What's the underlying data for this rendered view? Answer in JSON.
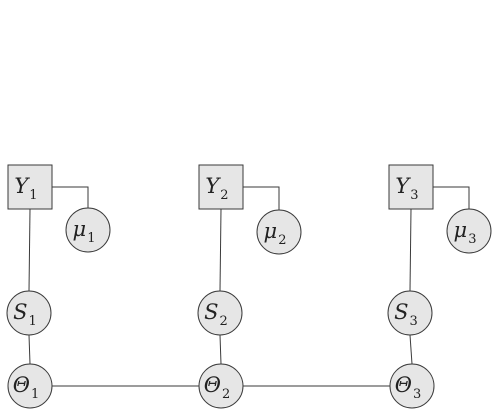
{
  "nodes": [
    {
      "id": "Y1",
      "symbol": "Y",
      "subscript": "1",
      "shape": "square"
    },
    {
      "id": "Y2",
      "symbol": "Y",
      "subscript": "2",
      "shape": "square"
    },
    {
      "id": "Y3",
      "symbol": "Y",
      "subscript": "3",
      "shape": "square"
    },
    {
      "id": "mu1",
      "symbol": "μ",
      "subscript": "1",
      "shape": "circle"
    },
    {
      "id": "mu2",
      "symbol": "μ",
      "subscript": "2",
      "shape": "circle"
    },
    {
      "id": "mu3",
      "symbol": "μ",
      "subscript": "3",
      "shape": "circle"
    },
    {
      "id": "S1",
      "symbol": "S",
      "subscript": "1",
      "shape": "circle"
    },
    {
      "id": "S2",
      "symbol": "S",
      "subscript": "2",
      "shape": "circle"
    },
    {
      "id": "S3",
      "symbol": "S",
      "subscript": "3",
      "shape": "circle"
    },
    {
      "id": "T1",
      "symbol": "Θ",
      "subscript": "1",
      "shape": "circle"
    },
    {
      "id": "T2",
      "symbol": "Θ",
      "subscript": "2",
      "shape": "circle"
    },
    {
      "id": "T3",
      "symbol": "Θ",
      "subscript": "3",
      "shape": "circle"
    }
  ],
  "edges": [
    {
      "from": "Y1",
      "to": "mu1",
      "routing": "elbow"
    },
    {
      "from": "Y2",
      "to": "mu2",
      "routing": "elbow"
    },
    {
      "from": "Y3",
      "to": "mu3",
      "routing": "elbow"
    },
    {
      "from": "Y1",
      "to": "S1",
      "routing": "straight"
    },
    {
      "from": "Y2",
      "to": "S2",
      "routing": "straight"
    },
    {
      "from": "Y3",
      "to": "S3",
      "routing": "straight"
    },
    {
      "from": "S1",
      "to": "T1",
      "routing": "straight"
    },
    {
      "from": "S2",
      "to": "T2",
      "routing": "straight"
    },
    {
      "from": "S3",
      "to": "T3",
      "routing": "straight"
    },
    {
      "from": "T1",
      "to": "T2",
      "routing": "straight"
    },
    {
      "from": "T2",
      "to": "T3",
      "routing": "straight"
    }
  ],
  "colors": {
    "node_fill": "#e6e6e6",
    "stroke": "#3a3a3a",
    "text": "#222222"
  }
}
